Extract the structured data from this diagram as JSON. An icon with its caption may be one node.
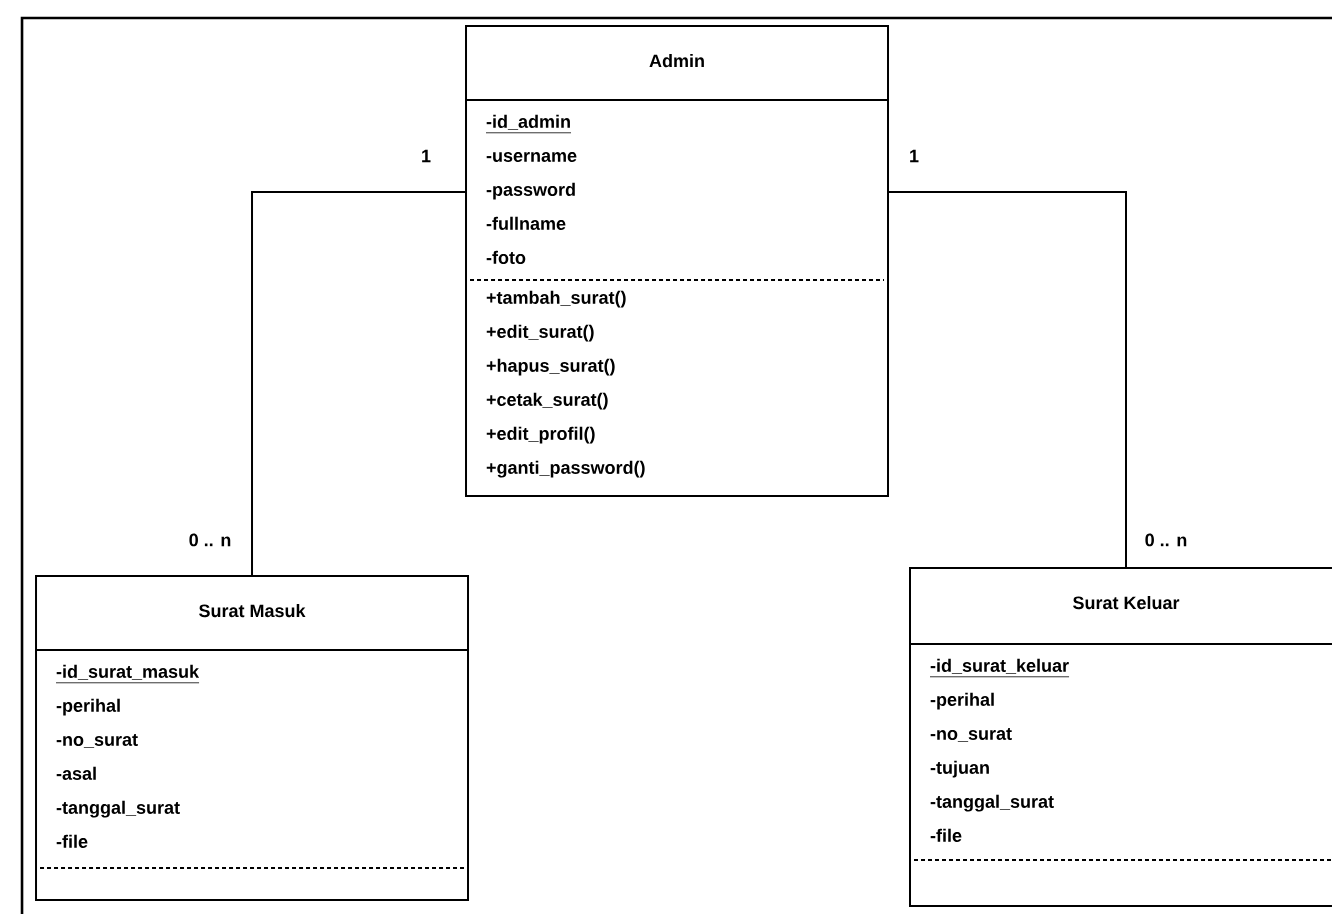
{
  "diagram": {
    "nodes": [
      {
        "text": [
          "Admin"
        ]
      },
      {
        "text": [
          "-id_admin",
          "-username",
          "-password",
          "-fullname",
          "-foto"
        ],
        "in": 0
      },
      {
        "text": [
          "+tambah_surat()",
          "+edit_surat()",
          "+hapus_surat()",
          "+cetak_surat()",
          "+edit_profil()",
          "+ganti_password()"
        ],
        "in": 0
      },
      {
        "text": [
          "Surat Masuk"
        ]
      },
      {
        "text": [
          "-id_surat_masuk",
          "-perihal",
          "-no_surat",
          "-asal",
          "-tanggal_surat",
          "-file"
        ],
        "in": 3
      },
      {
        "text": [],
        "shape": "box",
        "in": 3
      },
      {
        "text": [
          "Surat Keluar"
        ]
      },
      {
        "text": [
          "-id_surat_keluar",
          "-perihal",
          "-no_surat",
          "-tujuan",
          "-tanggal_surat",
          "-file"
        ],
        "in": 6
      },
      {
        "text": [],
        "shape": "box",
        "in": 6
      }
    ],
    "edges": [
      {
        "from": 0,
        "to": 3,
        "arrow": "none"
      },
      {
        "from": 0,
        "to": 6,
        "arrow": "none"
      }
    ],
    "labels": [
      "1",
      "1",
      "0 .. n",
      "0 .. n"
    ]
  }
}
